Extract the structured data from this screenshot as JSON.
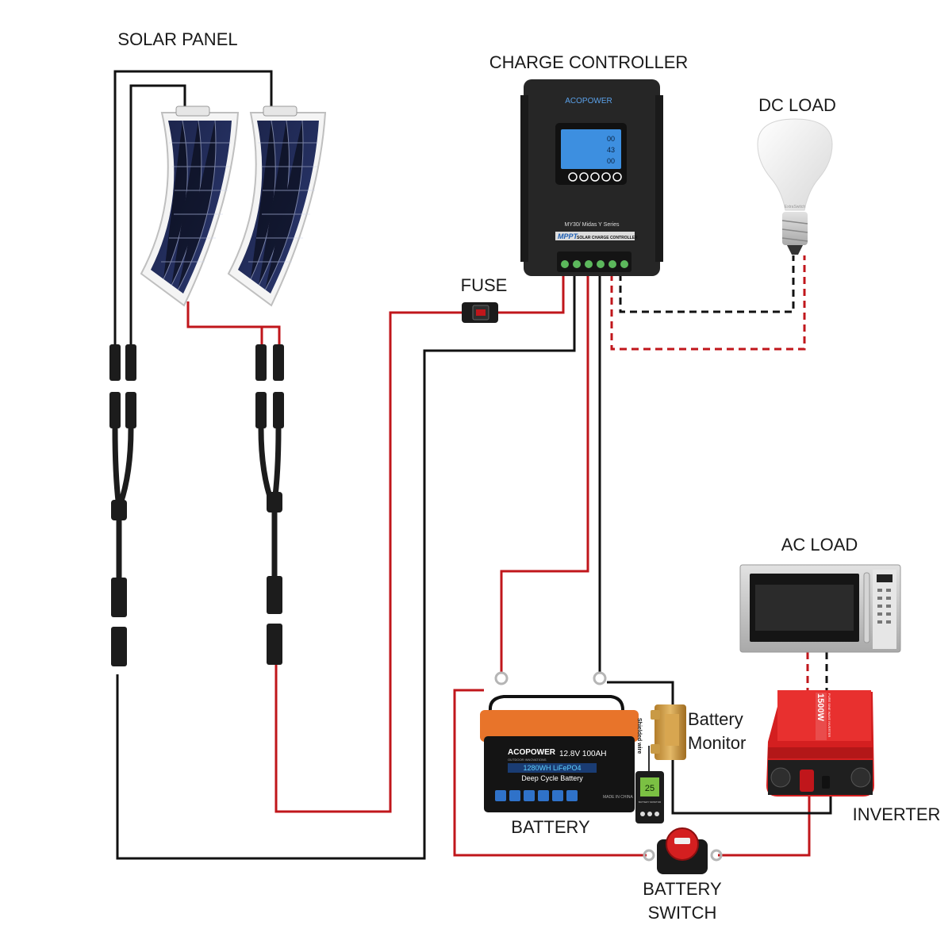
{
  "labels": {
    "solar_panel": "SOLAR PANEL",
    "charge_controller": "CHARGE CONTROLLER",
    "dc_load": "DC LOAD",
    "fuse": "FUSE",
    "ac_load": "AC LOAD",
    "battery_monitor_line1": "Battery",
    "battery_monitor_line2": "Monitor",
    "battery": "BATTERY",
    "inverter": "INVERTER",
    "battery_switch_line1": "BATTERY",
    "battery_switch_line2": "SWITCH"
  },
  "controller": {
    "brand": "ACOPOWER",
    "model": "MY30/ Midas Y Series",
    "mppt": "MPPT",
    "subtitle": "SOLAR CHARGE CONTROLLER",
    "lcd_line1": "00",
    "lcd_line2": "43",
    "lcd_line3": "00"
  },
  "battery": {
    "brand": "ACOPOWER",
    "brand_sub": "OUTDOOR INNOVATIONS",
    "spec": "12.8V  100AH",
    "energy": "1280WH LiFePO4",
    "type": "Deep Cycle Battery",
    "made_in": "MADE IN CHINA"
  },
  "monitor": {
    "cable_label": "Shielded wire",
    "display_value": "25",
    "device_label": "BATTERY MONITOR"
  },
  "inverter": {
    "rating": "1500W",
    "subtitle": "PURE SINE WAVE INVERTER"
  },
  "bulb": {
    "brand": "ExtraSwitch"
  },
  "colors": {
    "wire_red": "#c0161b",
    "wire_black": "#111111",
    "battery_orange": "#e8742a",
    "inverter_red": "#d41f20",
    "controller_body": "#262626",
    "lcd_blue": "#3d8fe0"
  }
}
